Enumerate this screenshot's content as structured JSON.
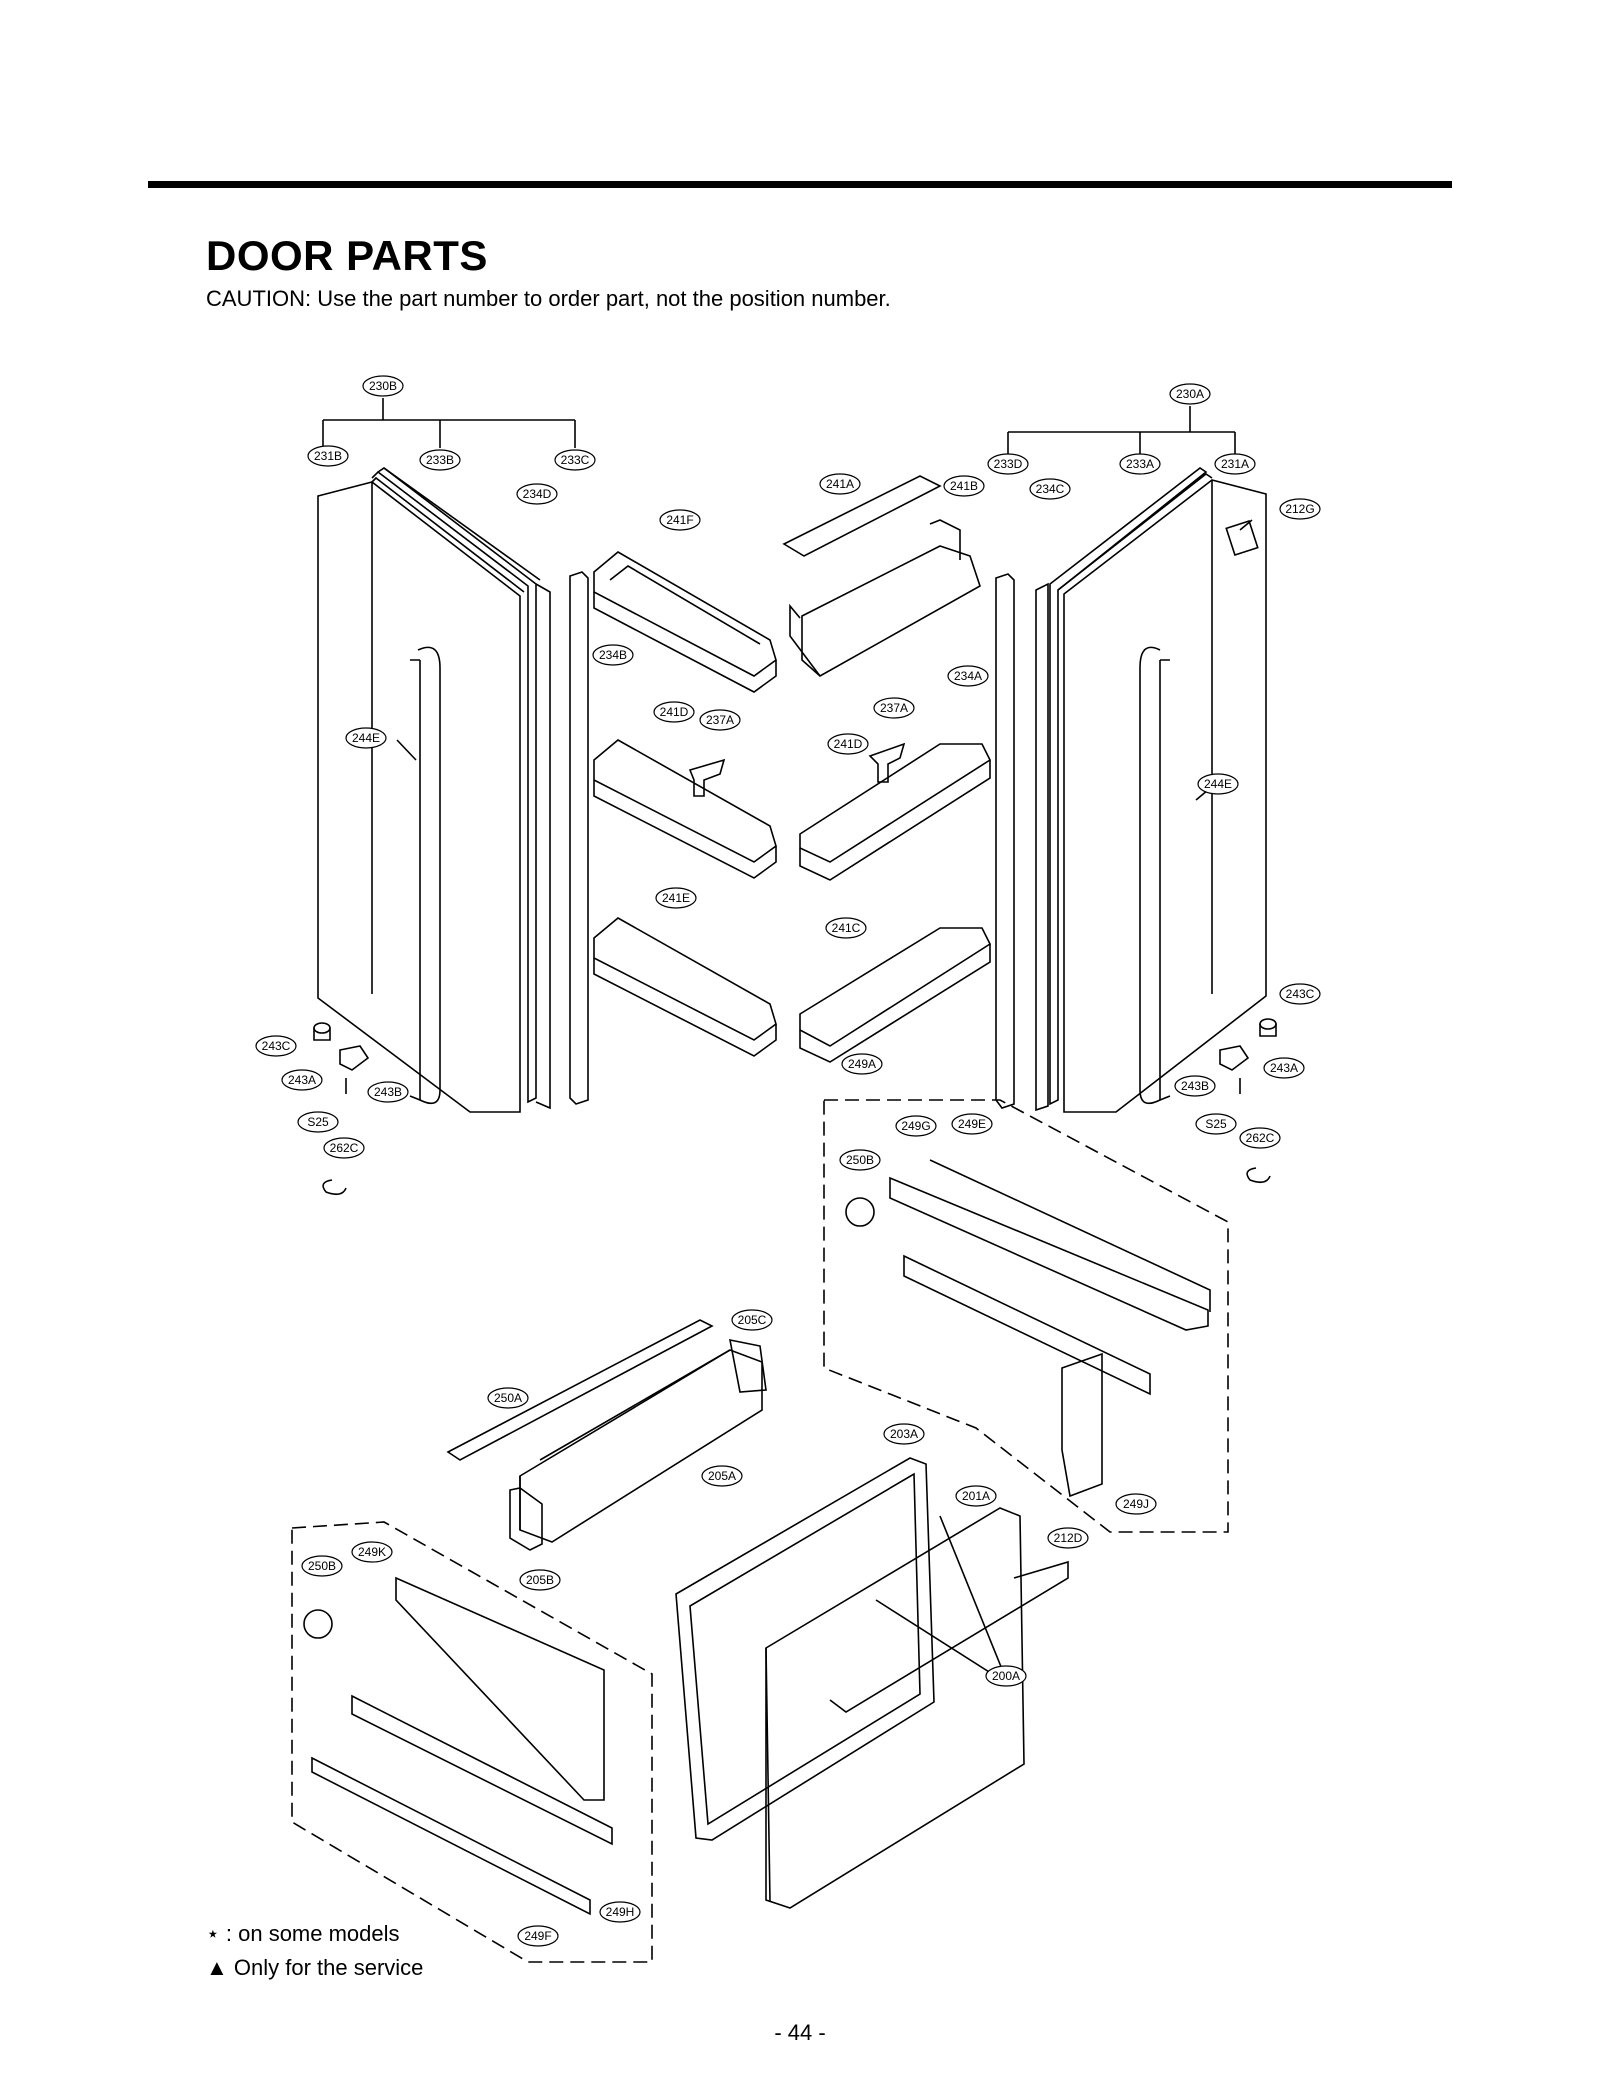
{
  "header": {
    "title": "DOOR PARTS",
    "caution": "CAUTION: Use the part number to order part, not the position number."
  },
  "legend": {
    "some_models": "⋆ : on some models",
    "service_only": "▲ Only for the service"
  },
  "footer": {
    "page_number": "- 44 -"
  },
  "callouts": [
    "230B",
    "231B",
    "233B",
    "233C",
    "234D",
    "234B",
    "244E",
    "243C",
    "243A",
    "243B",
    "S25",
    "262C",
    "241F",
    "241A",
    "241B",
    "241D",
    "237A",
    "237A",
    "241D",
    "241E",
    "241C",
    "249A",
    "230A",
    "233D",
    "233A",
    "231A",
    "234C",
    "212G",
    "234A",
    "244E",
    "243C",
    "243A",
    "243B",
    "S25",
    "262C",
    "249G",
    "249E",
    "250B",
    "205C",
    "250A",
    "205A",
    "205B",
    "203A",
    "201A",
    "212D",
    "249J",
    "200A",
    "250B",
    "249K",
    "249H",
    "249F"
  ],
  "colors": {
    "line": "#000000",
    "paper": "#ffffff"
  }
}
